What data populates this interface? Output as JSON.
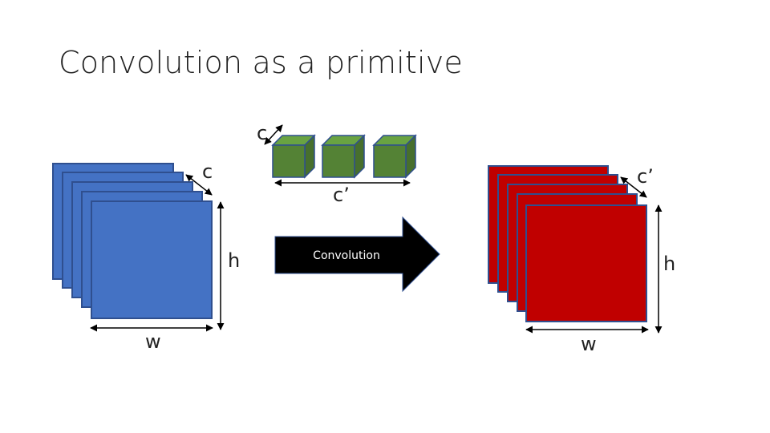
{
  "title": "Convolution as a primitive",
  "input": {
    "depth_label": "c",
    "height_label": "h",
    "width_label": "w",
    "fill": "#4472C4",
    "stroke": "#2F4F8F"
  },
  "filters": {
    "depth_label": "c",
    "count_label": "c’",
    "fill": "#548235",
    "stroke": "#2F4F8F"
  },
  "operation": {
    "label": "Convolution",
    "fill": "#000000",
    "text_color": "#ffffff"
  },
  "output": {
    "depth_label": "c’",
    "height_label": "h",
    "width_label": "w",
    "fill": "#C00000",
    "stroke": "#2F4F8F"
  }
}
